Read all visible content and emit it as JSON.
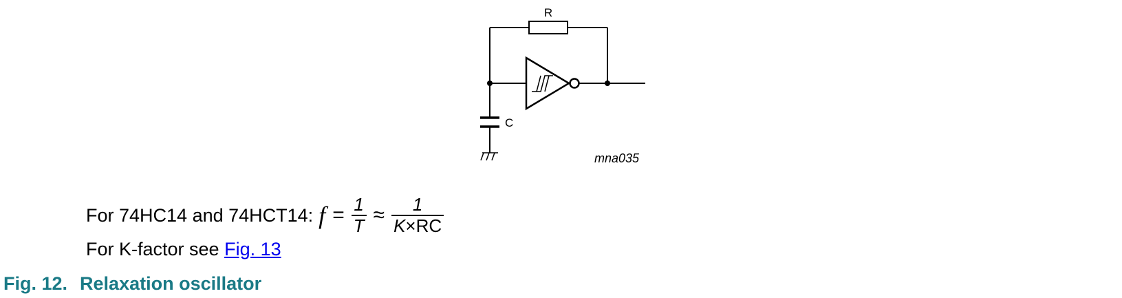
{
  "diagram": {
    "resistor_label": "R",
    "capacitor_label": "C",
    "figure_code": "mna035"
  },
  "formula": {
    "prefix": "For 74HC14 and 74HCT14:",
    "f": "f",
    "equals": "=",
    "frac1_num": "1",
    "frac1_den": "T",
    "approx": "≈",
    "frac2_num": "1",
    "frac2_den_k": "K",
    "frac2_den_rest": "×RC"
  },
  "kfactor": {
    "text": "For K-factor see ",
    "link": "Fig. 13"
  },
  "caption": {
    "number": "Fig. 12.",
    "title": "Relaxation oscillator"
  },
  "colors": {
    "caption": "#1a7a86",
    "link": "#0000ee"
  }
}
